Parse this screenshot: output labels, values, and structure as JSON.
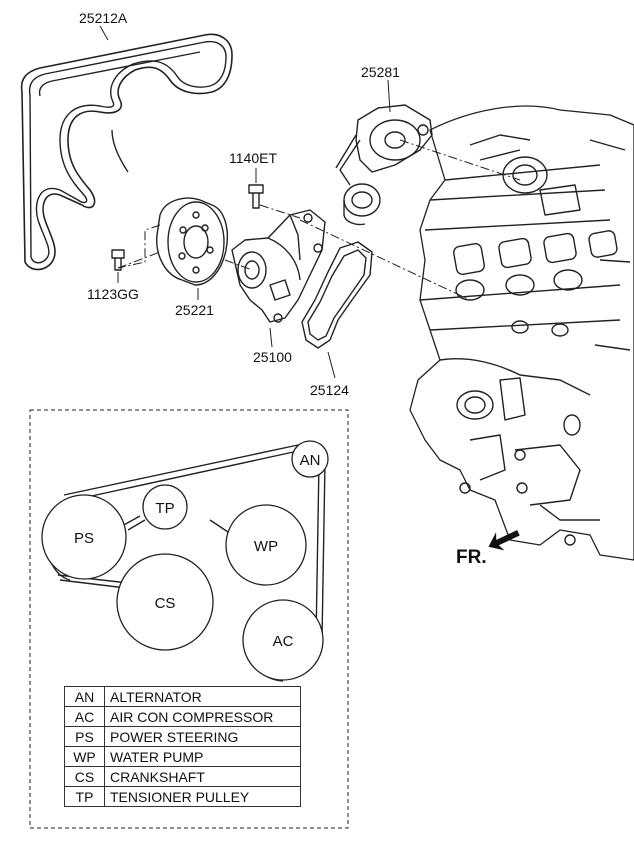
{
  "parts": {
    "belt": "25212A",
    "tensioner": "25281",
    "bolt_upper": "1140ET",
    "bolt_lower": "1123GG",
    "pulley": "25221",
    "water_pump": "25100",
    "gasket": "25124"
  },
  "front_marker": "FR.",
  "belt_layout": {
    "pulleys": [
      {
        "code": "AN"
      },
      {
        "code": "TP"
      },
      {
        "code": "PS"
      },
      {
        "code": "WP"
      },
      {
        "code": "CS"
      },
      {
        "code": "AC"
      }
    ]
  },
  "legend": [
    {
      "code": "AN",
      "name": "ALTERNATOR"
    },
    {
      "code": "AC",
      "name": "AIR CON COMPRESSOR"
    },
    {
      "code": "PS",
      "name": "POWER STEERING"
    },
    {
      "code": "WP",
      "name": "WATER PUMP"
    },
    {
      "code": "CS",
      "name": "CRANKSHAFT"
    },
    {
      "code": "TP",
      "name": "TENSIONER PULLEY"
    }
  ]
}
